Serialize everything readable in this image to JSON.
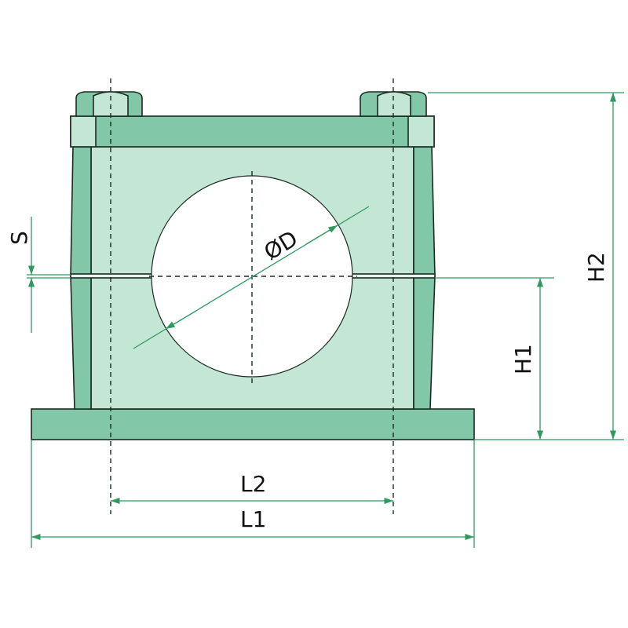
{
  "labels": {
    "diameter": "ØD",
    "s": "S",
    "h1": "H1",
    "h2": "H2",
    "l1": "L1",
    "l2": "L2"
  },
  "colors": {
    "light": "#c4e6d5",
    "mid": "#82c8a8",
    "dimension": "#2e9a5e",
    "outline": "#1a2a22"
  }
}
